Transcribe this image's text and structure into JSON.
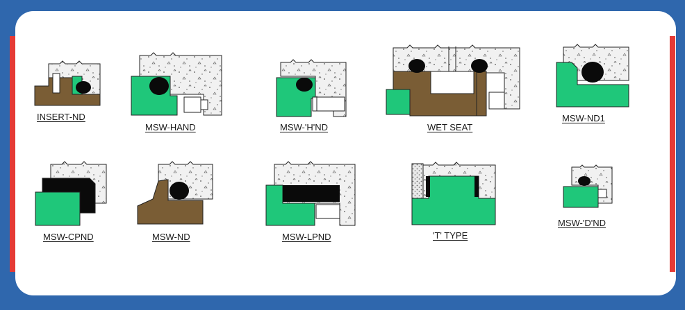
{
  "colors": {
    "background": "#2f67ad",
    "panel": "#ffffff",
    "accent_bar": "#e53a35",
    "seal_green": "#1fc77a",
    "metal_brown": "#7a5d35",
    "black": "#0a0a0a"
  },
  "seals": [
    {
      "id": "insert-nd",
      "label": "INSERT-ND"
    },
    {
      "id": "msw-hand",
      "label": "MSW-HAND"
    },
    {
      "id": "msw-h-nd",
      "label": "MSW-'H'ND"
    },
    {
      "id": "wet-seat",
      "label": "WET SEAT"
    },
    {
      "id": "msw-nd1",
      "label": "MSW-ND1"
    },
    {
      "id": "msw-cpnd",
      "label": "MSW-CPND"
    },
    {
      "id": "msw-nd",
      "label": "MSW-ND"
    },
    {
      "id": "msw-lpnd",
      "label": "MSW-LPND"
    },
    {
      "id": "t-type",
      "label": "'T' TYPE"
    },
    {
      "id": "msw-d-nd",
      "label": "MSW-'D'ND"
    }
  ]
}
